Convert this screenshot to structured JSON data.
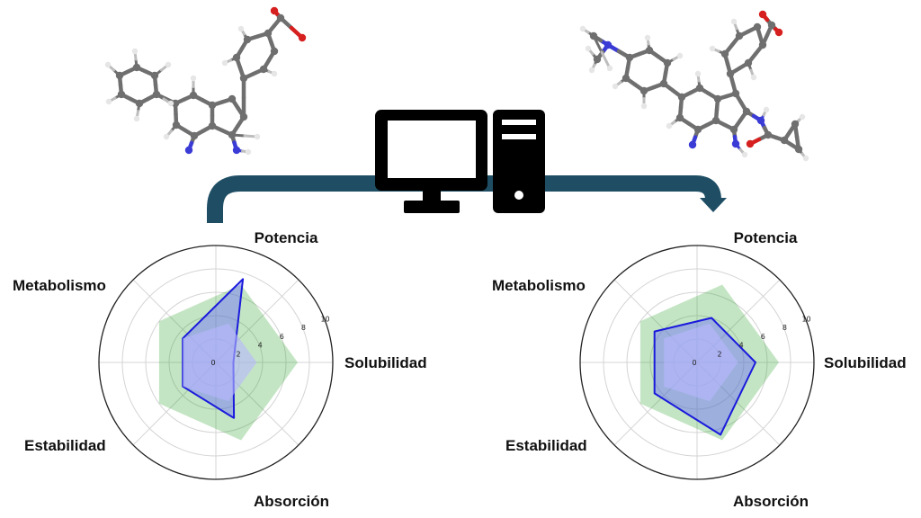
{
  "colors": {
    "arrow": "#1f4e64",
    "computer": "#000000",
    "reference_fill": "#2ca02c",
    "series_line": "#1a1adc",
    "series_fill": "#6666ff",
    "inner_fill": "#b8b8ff",
    "highlight_label": "#e02020"
  },
  "icons": {
    "arrow": "curved-arrow-icon",
    "computer": "desktop-computer-icon"
  },
  "molecules": [
    {
      "icon": "molecule-structure-left"
    },
    {
      "icon": "molecule-structure-right"
    }
  ],
  "chart_data": [
    {
      "type": "radar",
      "axes": [
        "Potencia",
        "Solubilidad",
        "Absorción",
        "Estabilidad",
        "Metabolismo"
      ],
      "highlight_axis": "Solubilidad",
      "tick_labels": [
        "0",
        "2",
        "4",
        "6",
        "8",
        "10"
      ],
      "rlim": [
        0,
        10
      ],
      "grid": true,
      "reference_values": [
        7.0,
        7.0,
        7.0,
        6.0,
        6.0
      ],
      "series_values": [
        7.5,
        1.5,
        5.0,
        3.5,
        3.5
      ],
      "inner_values": [
        3.5,
        3.5,
        3.5,
        3.5,
        3.5
      ]
    },
    {
      "type": "radar",
      "axes": [
        "Potencia",
        "Solubilidad",
        "Absorción",
        "Estabilidad",
        "Metabolismo"
      ],
      "highlight_axis": "",
      "tick_labels": [
        "0",
        "2",
        "4",
        "6",
        "8",
        "10"
      ],
      "rlim": [
        0,
        10
      ],
      "grid": true,
      "reference_values": [
        7.0,
        7.0,
        7.0,
        6.0,
        6.0
      ],
      "series_values": [
        4.0,
        5.0,
        6.5,
        4.5,
        4.5
      ],
      "inner_values": [
        3.5,
        3.5,
        3.5,
        3.5,
        3.5
      ]
    }
  ]
}
